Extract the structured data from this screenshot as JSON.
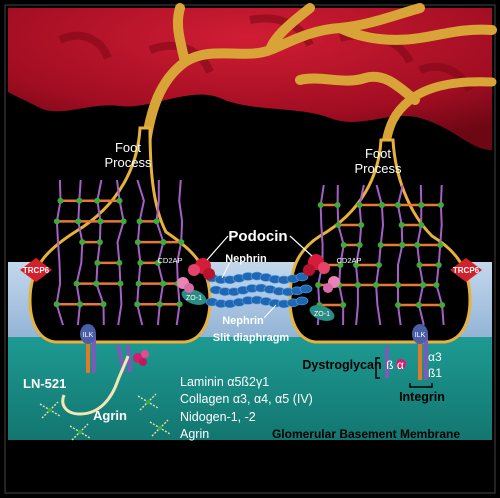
{
  "labels": {
    "foot_process_left": [
      "Foot",
      "Process"
    ],
    "foot_process_right": [
      "Foot",
      "Process"
    ],
    "podocin": "Podocin",
    "nephrin_top": "Nephrin",
    "nephrin_bottom": "Nephrin",
    "cd2ap_left": "CD2AP",
    "cd2ap_right": "CD2AP",
    "trcp6_left": "TRCP6",
    "trcp6_right": "TRCP6",
    "zo1_left": "ZO-1",
    "zo1_right": "ZO-1",
    "slit_diaphragm": "Slit diaphragm",
    "ilk_left": "ILK",
    "ilk_right": "ILK",
    "ln521": "LN-521",
    "agrin_label": "Agrin",
    "dystroglycan": "Dystroglycan",
    "beta_alpha": "ß α",
    "integrin": "Integrin",
    "alpha3": "α3",
    "beta1": "ß1",
    "gbm": "Glomerular Basement Membrane"
  },
  "gbm_components": [
    "Laminin α5ß2γ1",
    "Collagen α3, α4, α5 (IV)",
    "Nidogen-1, -2",
    "Agrin"
  ],
  "colors": {
    "cell_body": "#c0102a",
    "golden_outline": "#d9a437",
    "membrane": "#a9c6e2",
    "gbm": "#1a8c86",
    "actin": "#a55fc7",
    "bead": "#3daa3a",
    "crosslink": "#e9773a",
    "nephrin": "#1f66b3"
  }
}
